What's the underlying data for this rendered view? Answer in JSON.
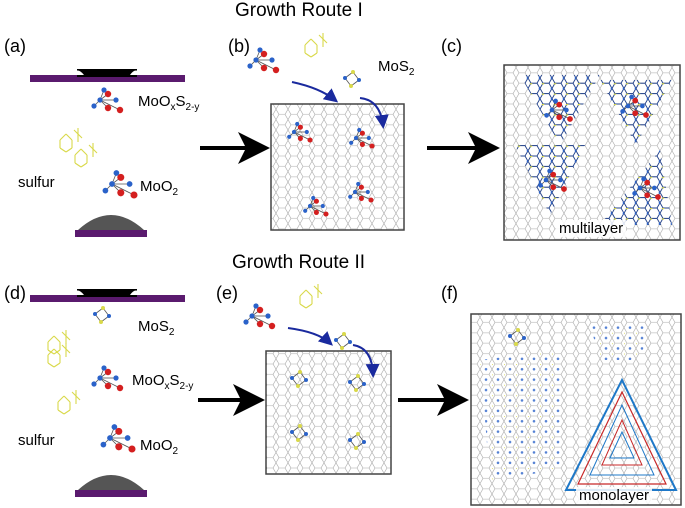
{
  "routes": [
    {
      "title": "Growth Route I"
    },
    {
      "title": "Growth Route II"
    }
  ],
  "panels": {
    "a": "(a)",
    "b": "(b)",
    "c": "(c)",
    "d": "(d)",
    "e": "(e)",
    "f": "(f)"
  },
  "species": {
    "moos": {
      "base": "MoO",
      "x": "x",
      "s": "S",
      "sub": "2-y"
    },
    "mos2": {
      "base": "MoS",
      "sub": "2"
    },
    "moo2": {
      "base": "MoO",
      "sub": "2"
    },
    "sulfur": "sulfur"
  },
  "lattice_labels": {
    "multilayer": "multilayer",
    "monolayer": "monolayer"
  },
  "colors": {
    "substrate": "#5a1a6e",
    "cap": "#000000",
    "boat": "#555555",
    "oxygen": "#d41f1f",
    "molybdenum": "#2a62c9",
    "sulfur": "#d9d94a",
    "arrow_blue": "#1a2a9e",
    "lattice": "#9a9a9a",
    "outline_blue": "#1e78c8",
    "outline_red": "#c82828"
  }
}
